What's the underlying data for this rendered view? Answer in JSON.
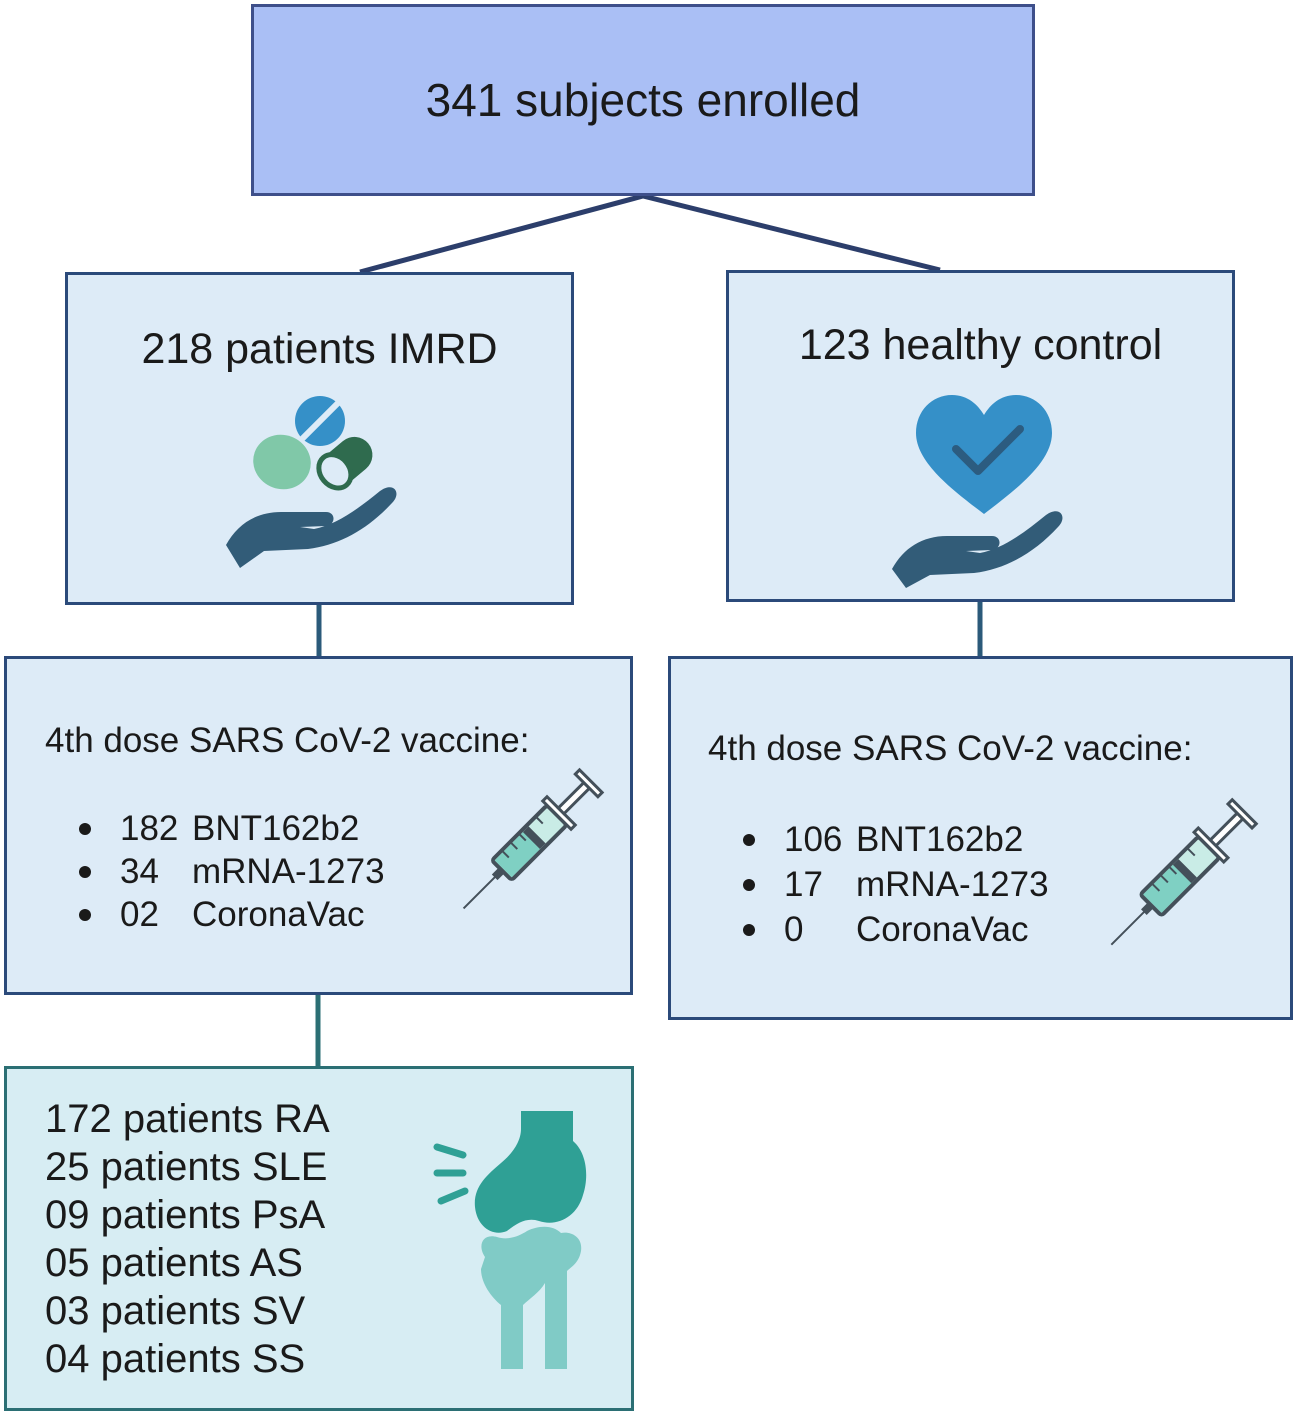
{
  "enrolled": {
    "label": "341 subjects enrolled"
  },
  "imrd": {
    "label": "218 patients IMRD",
    "vaccine_heading": "4th dose SARS CoV-2 vaccine:",
    "vaccines": [
      {
        "count": "182",
        "name": "BNT162b2"
      },
      {
        "count": "34",
        "name": "mRNA-1273"
      },
      {
        "count": "02",
        "name": "CoronaVac"
      }
    ],
    "diagnoses": [
      "172 patients RA",
      "25 patients SLE",
      "09 patients PsA",
      "05 patients AS",
      "03 patients SV",
      "04 patients SS"
    ]
  },
  "control": {
    "label": "123 healthy control",
    "vaccine_heading": "4th dose SARS CoV-2 vaccine:",
    "vaccines": [
      {
        "count": "106",
        "name": "BNT162b2"
      },
      {
        "count": "17",
        "name": "mRNA-1273"
      },
      {
        "count": "0",
        "name": "CoronaVac"
      }
    ]
  },
  "colors": {
    "top_box": "#aabff5",
    "group_box": "#ddebf7",
    "diagnosis_box": "#d7edf3",
    "connector": "#2c3e6b",
    "hand": "#325c78",
    "heart": "#3590c8",
    "joint_upper": "#2fa095",
    "joint_lower": "#80cbc6"
  }
}
